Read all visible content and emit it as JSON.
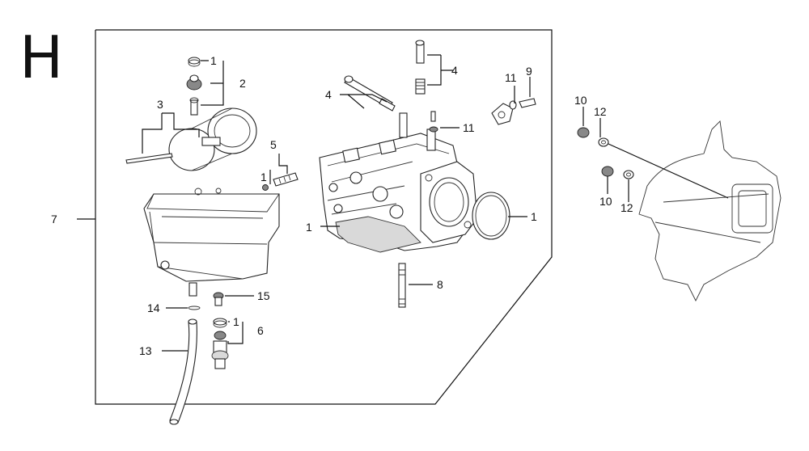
{
  "section_letter": "H",
  "callouts": {
    "c1a": "1",
    "c2": "2",
    "c3": "3",
    "c5": "5",
    "c1b": "1",
    "c7": "7",
    "c4a": "4",
    "c4b": "4",
    "c11a": "11",
    "c9": "9",
    "c11b": "11",
    "c1c": "1",
    "c1d": "1",
    "c8": "8",
    "c15": "15",
    "c14": "14",
    "c1e": "1",
    "c6": "6",
    "c13": "13",
    "c10a": "10",
    "c12a": "12",
    "c10b": "10",
    "c12b": "12"
  }
}
